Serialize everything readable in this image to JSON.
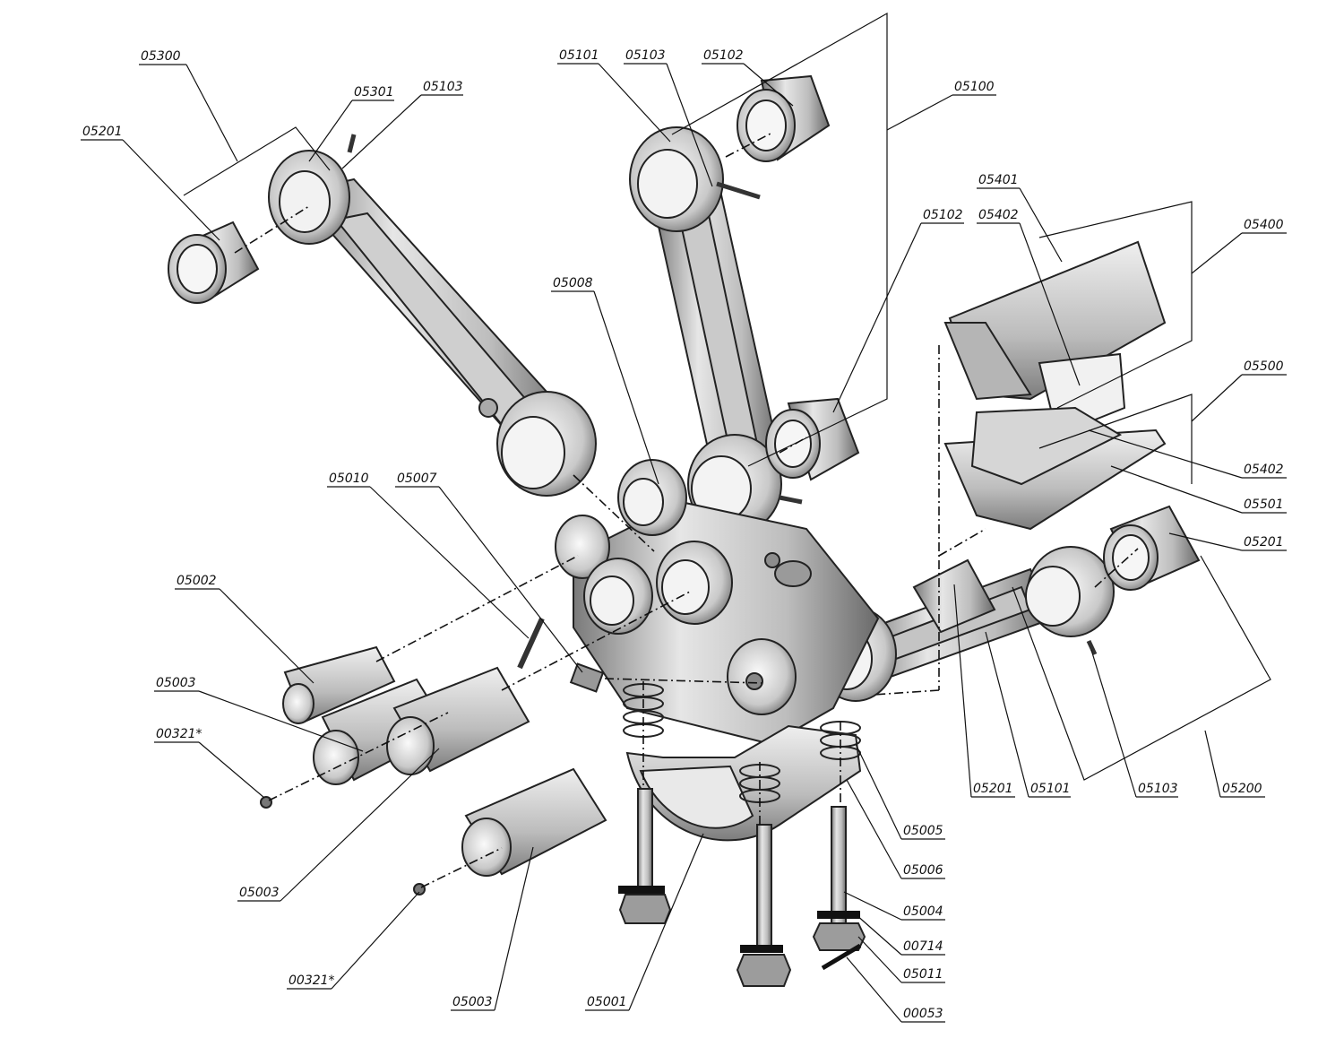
{
  "drawing": {
    "type": "exploded-assembly",
    "colors": {
      "background": "#ffffff",
      "line": "#111111",
      "metal_light": "#d9d9d9",
      "metal_mid": "#a8a8a8",
      "metal_dark": "#6e6e6e"
    }
  },
  "callouts": [
    "05300",
    "05301",
    "05103",
    "05201",
    "05101",
    "05103",
    "05102",
    "05100",
    "05401",
    "05402",
    "05400",
    "05102",
    "05008",
    "05500",
    "05402",
    "05501",
    "05201",
    "05010",
    "05007",
    "05002",
    "05003",
    "00321*",
    "05003",
    "00321*",
    "05003",
    "05001",
    "05201",
    "05101",
    "05103",
    "05200",
    "05005",
    "05006",
    "05004",
    "00714",
    "05011",
    "00053"
  ]
}
